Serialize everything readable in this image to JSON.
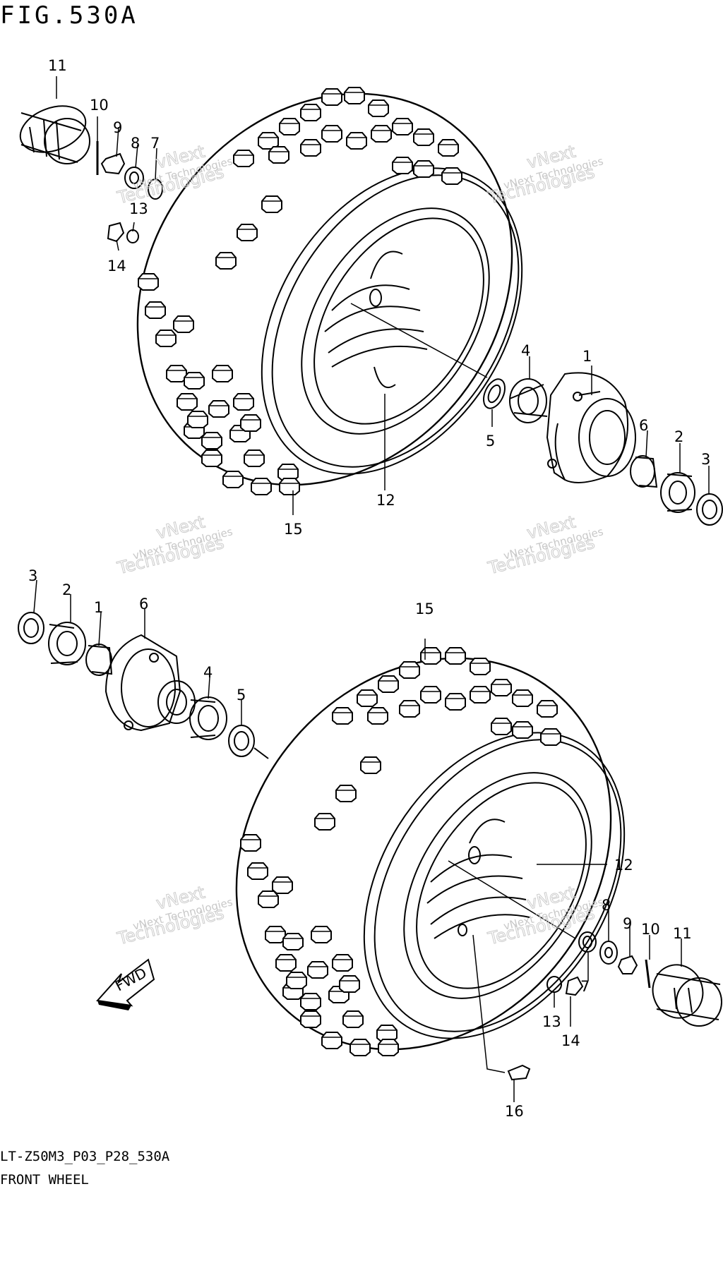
{
  "header": {
    "figure_title": "FIG.530A"
  },
  "footer": {
    "drawing_code": "LT-Z50M3_P03_P28_530A",
    "drawing_name": "FRONT WHEEL"
  },
  "direction_arrow": {
    "label": "FWD"
  },
  "watermark": {
    "line1": "vNext",
    "line2": "Technologies",
    "small": "vNext Technologies"
  },
  "callouts": {
    "top": [
      "11",
      "10",
      "9",
      "8",
      "7",
      "13",
      "14",
      "12",
      "15",
      "5",
      "4",
      "1",
      "6",
      "2",
      "3"
    ],
    "bottom": [
      "3",
      "2",
      "1",
      "6",
      "4",
      "5",
      "15",
      "12",
      "8",
      "9",
      "10",
      "11",
      "7",
      "13",
      "14",
      "16"
    ]
  }
}
